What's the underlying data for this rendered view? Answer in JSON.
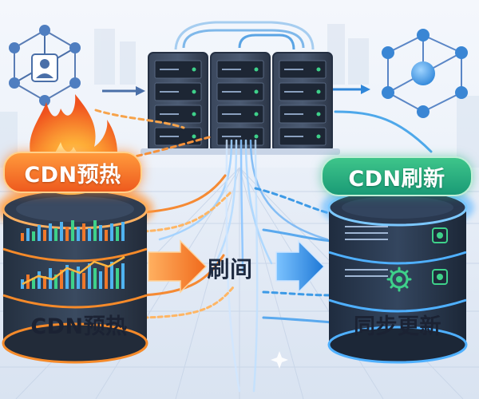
{
  "labels": {
    "left_top": "CDN预热",
    "left_bottom": "CDN预热",
    "center": "刷间",
    "right_top": "CDN刷新",
    "right_bottom": "同步更新"
  },
  "colors": {
    "warm_accent": "#f36b21",
    "cool_accent": "#1e9bd7",
    "green_accent": "#22a77c",
    "server_dark": "#2e3a4e"
  },
  "icons": [
    "user-icon",
    "network-icon",
    "server-icon",
    "flame-icon",
    "database-icon",
    "arrow-right-icon",
    "gear-icon"
  ]
}
